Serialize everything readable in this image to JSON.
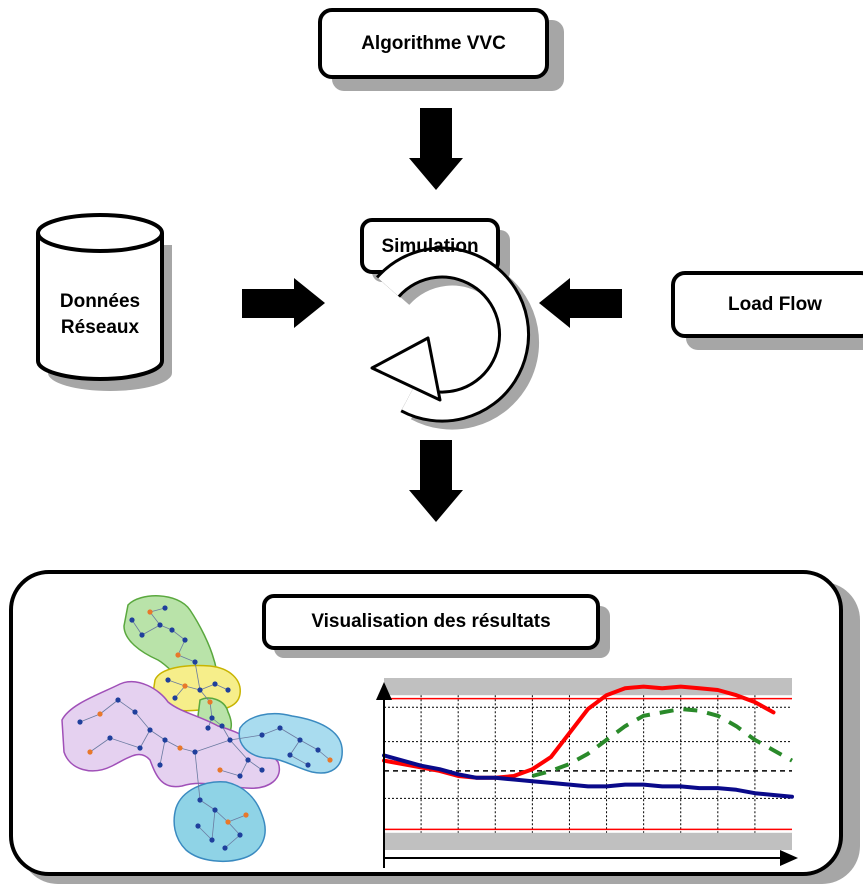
{
  "boxes": {
    "algorithm": "Algorithme VVC",
    "simulation": "Simulation",
    "network_data_line1": "Données",
    "network_data_line2": "Réseaux",
    "load_flow": "Load Flow",
    "results": "Visualisation des résultats"
  },
  "colors": {
    "network_cluster_colors": [
      "#b9e3a9",
      "#f6ee8a",
      "#e5d1f0",
      "#a9dcef",
      "#8fd3e6"
    ],
    "node_color": "#1f3f9c",
    "node_alt_color": "#e8782a"
  },
  "chart_data": {
    "type": "line",
    "title": "",
    "xlabel": "",
    "ylabel": "",
    "grid": true,
    "x": [
      0,
      0.5,
      1,
      1.5,
      2,
      2.5,
      3,
      3.5,
      4,
      4.5,
      5,
      5.5,
      6,
      6.5,
      7,
      7.5,
      8,
      8.5,
      9,
      9.5,
      10,
      10.5,
      11
    ],
    "xlim": [
      0,
      11
    ],
    "ylim": [
      0,
      10
    ],
    "bands": [
      {
        "from": 9.0,
        "to": 10.0,
        "color": "#c0c0c0"
      },
      {
        "from": 0.0,
        "to": 1.0,
        "color": "#c0c0c0"
      }
    ],
    "limit_lines": [
      {
        "y": 8.8,
        "color": "#ff0000"
      },
      {
        "y": 1.2,
        "color": "#ff0000"
      }
    ],
    "reference_line": {
      "y": 4.6
    },
    "series": [
      {
        "color": "#ff0000",
        "style": "solid",
        "values": [
          5.2,
          5.0,
          4.8,
          4.6,
          4.3,
          4.2,
          4.2,
          4.3,
          4.7,
          5.4,
          6.8,
          8.2,
          9.0,
          9.4,
          9.5,
          9.4,
          9.5,
          9.4,
          9.3,
          9.0,
          8.6,
          8.0,
          null
        ]
      },
      {
        "color": "#2a8a2a",
        "style": "dashed",
        "values": [
          null,
          null,
          null,
          null,
          null,
          null,
          null,
          null,
          4.3,
          4.6,
          5.0,
          5.6,
          6.4,
          7.2,
          7.8,
          8.0,
          8.2,
          8.1,
          7.8,
          7.2,
          6.4,
          5.8,
          5.2
        ]
      },
      {
        "color": "#0a0a8a",
        "style": "solid",
        "values": [
          5.5,
          5.2,
          4.9,
          4.7,
          4.4,
          4.2,
          4.2,
          4.1,
          4.0,
          3.9,
          3.8,
          3.7,
          3.7,
          3.8,
          3.8,
          3.7,
          3.7,
          3.6,
          3.6,
          3.5,
          3.3,
          3.2,
          3.1
        ]
      }
    ]
  }
}
